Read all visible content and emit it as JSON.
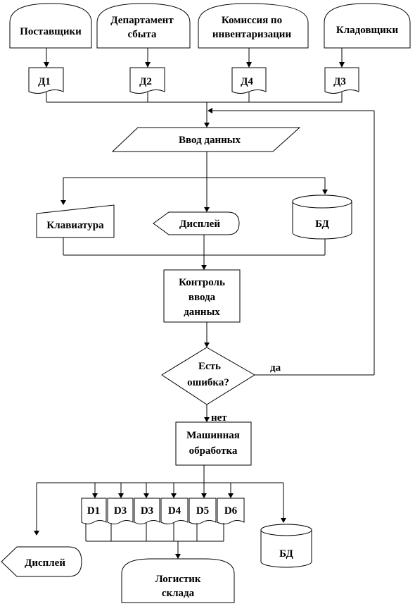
{
  "sources": {
    "suppliers": "Поставщики",
    "sales_dept_line1": "Департамент",
    "sales_dept_line2": "сбыта",
    "inventory_commission_line1": "Комиссия по",
    "inventory_commission_line2": "инвентаризации",
    "storekeepers": "Кладовщики"
  },
  "top_documents": {
    "d1": "Д1",
    "d2": "Д2",
    "d4": "Д4",
    "d3": "Д3"
  },
  "input": {
    "data_entry": "Ввод данных",
    "keyboard": "Клавиатура",
    "display": "Дисплей",
    "database": "БД"
  },
  "control": {
    "line1": "Контроль",
    "line2": "ввода",
    "line3": "данных"
  },
  "decision": {
    "line1": "Есть",
    "line2": "ошибка?",
    "yes": "да",
    "no": "нет"
  },
  "processing": {
    "line1": "Машинная",
    "line2": "обработка"
  },
  "output_documents": [
    "D1",
    "D3",
    "D3",
    "D4",
    "D5",
    "D6"
  ],
  "outputs": {
    "display": "Дисплей",
    "database": "БД",
    "logistics_line1": "Логистик",
    "logistics_line2": "склада"
  }
}
